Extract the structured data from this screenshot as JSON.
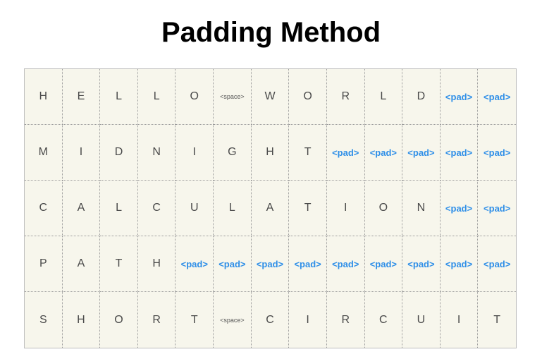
{
  "title": "Padding Method",
  "rows": [
    [
      "H",
      "E",
      "L",
      "L",
      "O",
      "<space>",
      "W",
      "O",
      "R",
      "L",
      "D",
      "<pad>",
      "<pad>"
    ],
    [
      "M",
      "I",
      "D",
      "N",
      "I",
      "G",
      "H",
      "T",
      "<pad>",
      "<pad>",
      "<pad>",
      "<pad>",
      "<pad>"
    ],
    [
      "C",
      "A",
      "L",
      "C",
      "U",
      "L",
      "A",
      "T",
      "I",
      "O",
      "N",
      "<pad>",
      "<pad>"
    ],
    [
      "P",
      "A",
      "T",
      "H",
      "<pad>",
      "<pad>",
      "<pad>",
      "<pad>",
      "<pad>",
      "<pad>",
      "<pad>",
      "<pad>",
      "<pad>"
    ],
    [
      "S",
      "H",
      "O",
      "R",
      "T",
      "<space>",
      "C",
      "I",
      "R",
      "C",
      "U",
      "I",
      "T"
    ]
  ],
  "colors": {
    "pad_token": "#2f8fe8",
    "grid_background": "#f7f6ec",
    "letter": "#4a4a4a"
  }
}
